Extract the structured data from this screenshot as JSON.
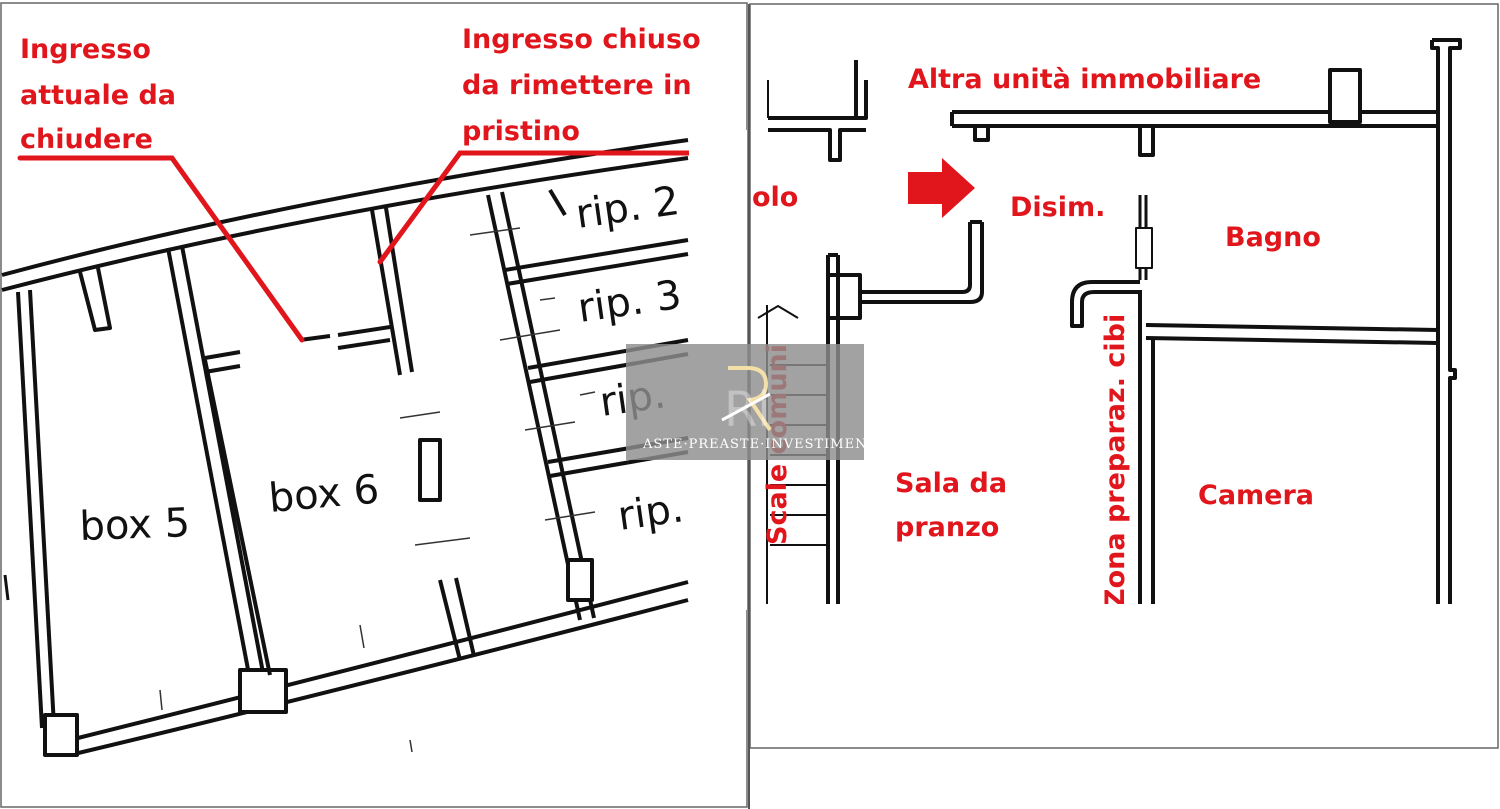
{
  "left_plan": {
    "annotation_current_entrance": [
      "Ingresso",
      "attuale da",
      "chiudere"
    ],
    "annotation_closed_entrance": [
      "Ingresso chiuso",
      "da rimettere in",
      "pristino"
    ],
    "rooms": {
      "box5": "box 5",
      "box6": "box 6",
      "rip2": "rip. 2",
      "rip3": "rip. 3",
      "rip_a": "rip.",
      "rip_b": "rip."
    }
  },
  "right_plan": {
    "rooms": {
      "other_unit": "Altra unità immobiliare",
      "partial_left": "olo",
      "disim": "Disim.",
      "bagno": "Bagno",
      "scale": "Scale comuni",
      "sala": [
        "Sala da",
        "pranzo"
      ],
      "zona": "Zona preparaz. cibi",
      "camera": "Camera"
    }
  },
  "watermark": {
    "logo_letters": "Ri",
    "text": "ASTE·PREASTE·INVESTIMENTI"
  },
  "colors": {
    "annotation": "#e0161c",
    "wall": "#111111",
    "watermark_bg": "#8e8e8e"
  }
}
